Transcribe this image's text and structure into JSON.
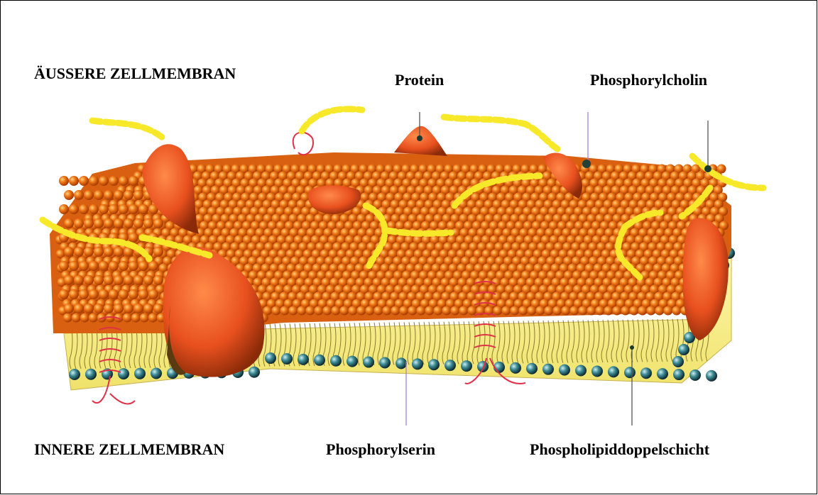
{
  "labels": {
    "outer_membrane": "ÄUSSERE ZELLMEMBRAN",
    "protein": "Protein",
    "phosphorylcholin": "Phosphorylcholin",
    "inner_membrane": "INNERE ZELLMEMBRAN",
    "phosphorylserin": "Phosphorylserin",
    "bilayer": "Phospholipiddoppelschicht"
  },
  "colors": {
    "outer_head": "#f07818",
    "outer_head_dark": "#b84200",
    "inner_head": "#3e8c96",
    "tail_layer": "#f6f07a",
    "protein": "#e8501e",
    "protein_dark": "#7a3a10",
    "sugar_chain": "#f8e82a",
    "helix": "#e03048"
  }
}
